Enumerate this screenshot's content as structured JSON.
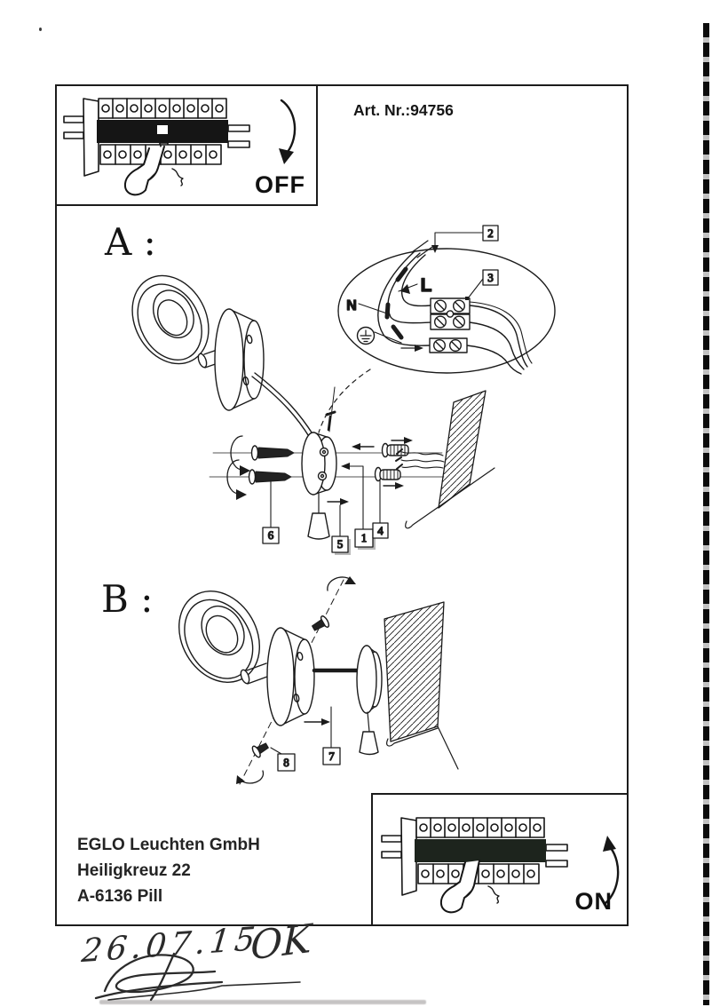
{
  "doc": {
    "art_number": "Art. Nr.:94756",
    "section_a": "A :",
    "section_b": "B :",
    "off_label": "OFF",
    "on_label": "ON",
    "labels": {
      "neutral": "N",
      "live": "L"
    },
    "callouts": {
      "c1": "1",
      "c2": "2",
      "c3": "3",
      "c4": "4",
      "c5": "5",
      "c6": "6",
      "c7": "7",
      "c8": "8"
    },
    "company": {
      "name": "EGLO Leuchten GmbH",
      "street": "Heiligkreuz 22",
      "city": "A-6136 Pill"
    },
    "handwriting": {
      "date": "26.07.15",
      "note": "OK"
    },
    "colors": {
      "ink": "#1b1b1b",
      "paper": "#ffffff"
    }
  }
}
